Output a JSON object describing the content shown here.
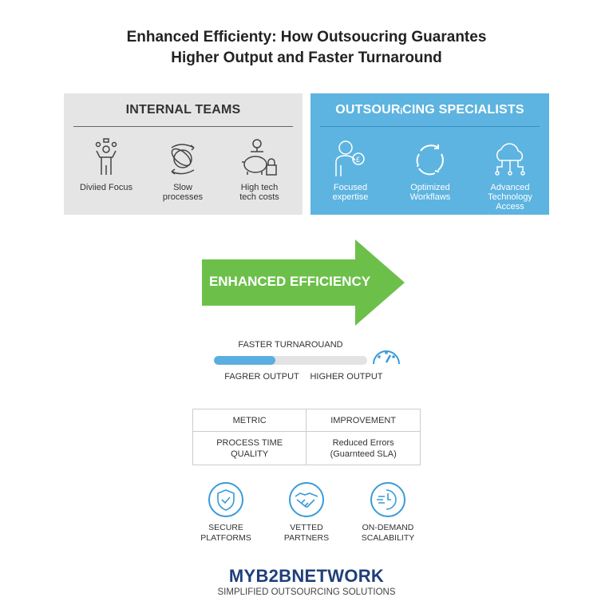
{
  "title_line1": "Enhanced Efficienty: How Outsoucring Guarantes",
  "title_line2": "Higher Output and Faster Turnaround",
  "internal": {
    "heading": "INTERNAL TEAMS",
    "items": [
      {
        "label1": "Diviied Focus",
        "label2": "",
        "icon": "juggling-person-icon"
      },
      {
        "label1": "Slow",
        "label2": "processes",
        "icon": "tangled-arrows-icon"
      },
      {
        "label1": "High tech",
        "label2": "tech costs",
        "icon": "piggy-bank-lock-icon"
      }
    ]
  },
  "outsourcing": {
    "heading": "OUTSOURᵢCING SPECIALISTS",
    "items": [
      {
        "label1": "Focused",
        "label2": "expertise",
        "label3": "",
        "icon": "expert-person-icon"
      },
      {
        "label1": "Optimized",
        "label2": "Workflaws",
        "label3": "",
        "icon": "cycle-arrows-icon"
      },
      {
        "label1": "Advanced",
        "label2": "Technology",
        "label3": "Access",
        "icon": "cloud-network-icon"
      }
    ]
  },
  "arrow_label": "ENHANCED EFFICIENCY",
  "progress": {
    "label": "FASTER TURNAROUAND",
    "value_percent": 40,
    "left_label": "FAGRER OUTPUT",
    "right_label": "HIGHER OUTPUT",
    "colors": {
      "fill": "#5aaee0"
    }
  },
  "table": {
    "headers": [
      "METRIC",
      "IMPROVEMENT"
    ],
    "row": {
      "col1_line1": "PROCESS TIME",
      "col1_line2": "QUALITY",
      "col2_line1": "Reduced Errors",
      "col2_line2": "(Guarnteed SLA)"
    }
  },
  "features": [
    {
      "line1": "SECURE",
      "line2": "PLATFORMS",
      "icon": "shield-check-icon"
    },
    {
      "line1": "VETTED",
      "line2": "PARTNERS",
      "icon": "handshake-icon"
    },
    {
      "line1": "ON-DEMAND",
      "line2": "SCALABILITY",
      "icon": "speed-clock-icon"
    }
  ],
  "brand": {
    "name": "MYB2BNETWORK",
    "tagline": "SIMPLIFIED OUTSOURCING SOLUTIONS",
    "color": "#1f3f7a"
  },
  "colors": {
    "green": "#6cc04a",
    "blue": "#5db4e0"
  }
}
